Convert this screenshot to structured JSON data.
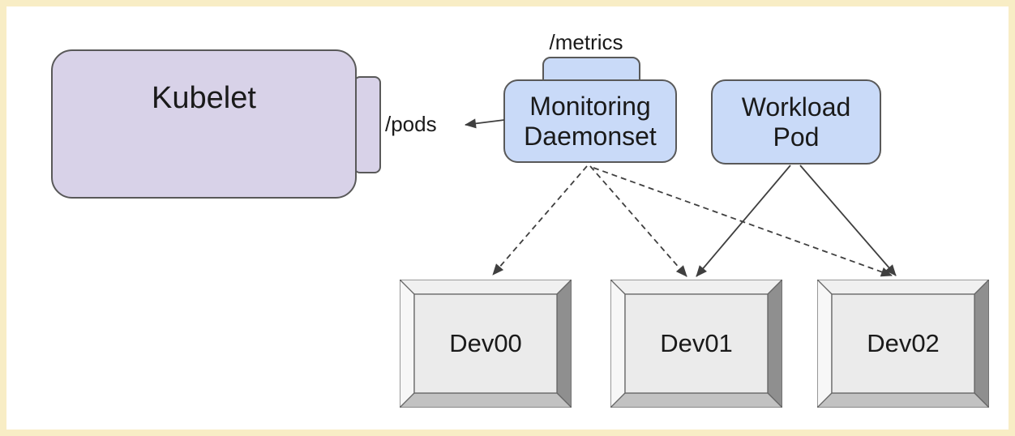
{
  "colors": {
    "frame-border": "#f8edc5",
    "canvas-bg": "#ffffff",
    "purple-fill": "#d8d2e8",
    "blue-fill": "#c9daf8",
    "node-stroke": "#595959",
    "arrow": "#3f3f3f",
    "text": "#1a1a1a",
    "dev-face": "#ebebeb",
    "dev-bevel-top": "#f0f0f0",
    "dev-bevel-left": "#f7f7f7",
    "dev-bevel-right": "#8f8f8f",
    "dev-bevel-bottom": "#c2c2c2",
    "dev-stroke": "#666666"
  },
  "nodes": {
    "kubelet": {
      "label": "Kubelet"
    },
    "monitoring_daemonset": {
      "line1": "Monitoring",
      "line2": "Daemonset"
    },
    "workload_pod": {
      "line1": "Workload",
      "line2": "Pod"
    },
    "devices": [
      {
        "label": "Dev00"
      },
      {
        "label": "Dev01"
      },
      {
        "label": "Dev02"
      }
    ]
  },
  "labels": {
    "pods_endpoint": "/pods",
    "metrics_endpoint": "/metrics"
  },
  "edges": [
    {
      "from": "Monitoring Daemonset",
      "to": "Kubelet /pods endpoint",
      "style": "solid-arrow",
      "label": "/pods"
    },
    {
      "from": "Monitoring Daemonset",
      "to": "Dev00",
      "style": "dashed-arrow"
    },
    {
      "from": "Monitoring Daemonset",
      "to": "Dev01",
      "style": "dashed-arrow"
    },
    {
      "from": "Monitoring Daemonset",
      "to": "Dev02",
      "style": "dashed-arrow"
    },
    {
      "from": "Workload Pod",
      "to": "Dev01",
      "style": "solid-arrow"
    },
    {
      "from": "Workload Pod",
      "to": "Dev02",
      "style": "solid-arrow"
    }
  ]
}
